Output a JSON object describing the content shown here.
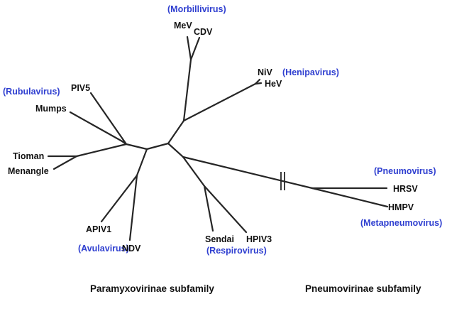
{
  "figure": {
    "type": "unrooted phylogenetic tree",
    "subfamilies": {
      "paramyxovirinae": "Paramyxovirinae subfamily",
      "pneumovirinae": "Pneumovirinae subfamily"
    },
    "genera": {
      "morbillivirus": "(Morbillivirus)",
      "henipavirus": "(Henipavirus)",
      "rubulavirus": "(Rubulavirus)",
      "avulavirus": "(Avulavirus)",
      "respirovirus": "(Respirovirus)",
      "pneumovirus": "(Pneumovirus)",
      "metapneumovirus": "(Metapneumovirus)"
    },
    "taxa": {
      "mev": "MeV",
      "cdv": "CDV",
      "niv": "NiV",
      "hev": "HeV",
      "piv5": "PIV5",
      "mumps": "Mumps",
      "tioman": "Tioman",
      "menangle": "Menangle",
      "apiv1": "APIV1",
      "ndv": "NDV",
      "sendai": "Sendai",
      "hpiv3": "HPIV3",
      "hrsv": "HRSV",
      "hmpv": "HMPV"
    },
    "clades": [
      {
        "genus": "Morbillivirus",
        "members": [
          "MeV",
          "CDV"
        ]
      },
      {
        "genus": "Henipavirus",
        "members": [
          "NiV",
          "HeV"
        ]
      },
      {
        "genus": "Rubulavirus",
        "members": [
          "PIV5",
          "Mumps",
          "Tioman",
          "Menangle"
        ]
      },
      {
        "genus": "Avulavirus",
        "members": [
          "APIV1",
          "NDV"
        ]
      },
      {
        "genus": "Respirovirus",
        "members": [
          "Sendai",
          "HPIV3"
        ]
      },
      {
        "genus": "Pneumovirus",
        "members": [
          "HRSV"
        ]
      },
      {
        "genus": "Metapneumovirus",
        "members": [
          "HMPV"
        ]
      }
    ],
    "colors": {
      "branch": "#262626",
      "taxon_label": "#111111",
      "genus_label": "#2f3fd0"
    }
  }
}
